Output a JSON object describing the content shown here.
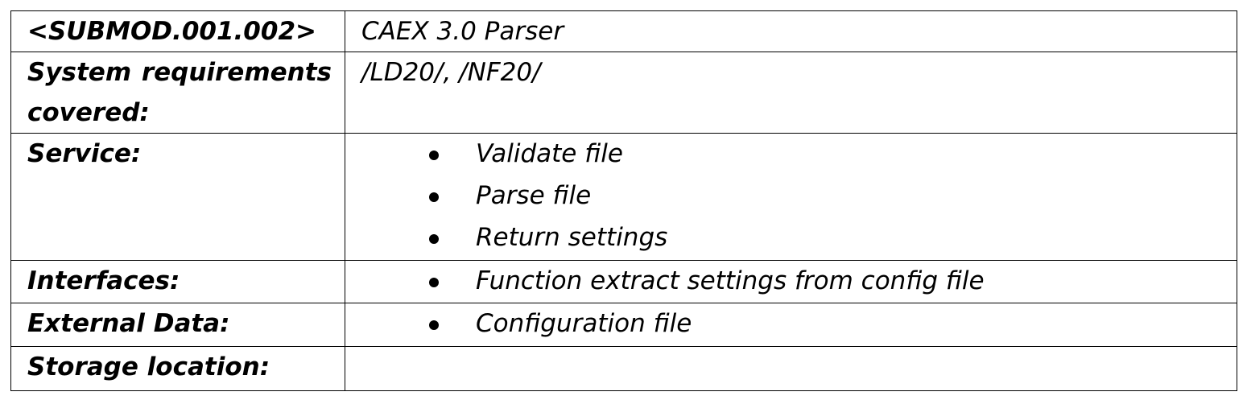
{
  "table": {
    "rows": [
      {
        "label": "<SUBMOD.001.002>",
        "value": "CAEX 3.0 Parser"
      },
      {
        "label": "System requirements covered:",
        "value": "/LD20/, /NF20/"
      },
      {
        "label": "Service:",
        "items": [
          "Validate file",
          "Parse file",
          "Return settings"
        ]
      },
      {
        "label": "Interfaces:",
        "items": [
          "Function extract settings from config file"
        ]
      },
      {
        "label": "External Data:",
        "items": [
          "Configuration file"
        ]
      },
      {
        "label": "Storage location:",
        "value": ""
      }
    ]
  }
}
